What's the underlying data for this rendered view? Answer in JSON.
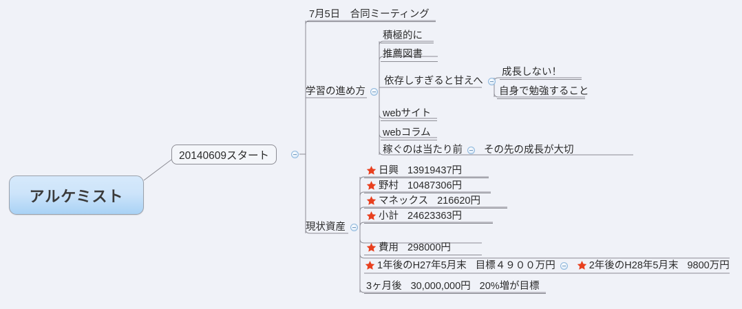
{
  "app": {
    "type": "mindmap",
    "background_color": "#f0f2f8",
    "line_color": "#8b8b93",
    "root_fill_top": "#d6e9fb",
    "root_fill_bottom": "#a9d2f5",
    "star_color": "#e8401f",
    "toggle_color": "#8fb8dd"
  },
  "root": {
    "label": "アルケミスト"
  },
  "level1": {
    "label": "20140609スタート",
    "toggle": "collapse-toggle"
  },
  "branches": [
    {
      "id": "meeting",
      "label": "7月5日　合同ミーティング"
    },
    {
      "id": "study-method",
      "label": "学習の進め方",
      "toggle": "collapse-toggle",
      "children": [
        {
          "id": "positive",
          "label": "積極的に"
        },
        {
          "id": "recommended-books",
          "label": "推薦図書"
        },
        {
          "id": "dependence",
          "label": "依存しすぎると甘えへ",
          "toggle": "collapse-toggle",
          "children": [
            {
              "id": "no-growth",
              "label": "成長しない！"
            },
            {
              "id": "study-yourself",
              "label": "自身で勉強すること"
            }
          ]
        },
        {
          "id": "web-site",
          "label": "webサイト"
        },
        {
          "id": "web-column",
          "label": "webコラム"
        },
        {
          "id": "earning-obvious",
          "label": "稼ぐのは当たり前",
          "toggle": "collapse-toggle",
          "sibling_label": "その先の成長が大切"
        }
      ]
    },
    {
      "id": "current-assets",
      "label": "現状資産",
      "toggle": "collapse-toggle",
      "children": [
        {
          "id": "nikko",
          "star": true,
          "name": "日興",
          "amount": "13919437円"
        },
        {
          "id": "nomura",
          "star": true,
          "name": "野村",
          "amount": "10487306円"
        },
        {
          "id": "monex",
          "star": true,
          "name": "マネックス",
          "amount": "216620円"
        },
        {
          "id": "subtotal",
          "star": true,
          "name": "小計",
          "amount": "24623363円"
        },
        {
          "id": "expense",
          "star": true,
          "name": "費用",
          "amount": "298000円"
        },
        {
          "id": "goal-1year",
          "star": true,
          "name": "1年後のH27年5月末",
          "amount": "目標４９００万円",
          "toggle": "collapse-toggle",
          "sibling": {
            "id": "goal-2year",
            "star": true,
            "name": "2年後のH28年5月末",
            "amount": "9800万円"
          }
        },
        {
          "id": "goal-3month",
          "star": false,
          "name": "3ヶ月後",
          "amount": "30,000,000円",
          "extra": "20%増が目標"
        }
      ]
    }
  ]
}
